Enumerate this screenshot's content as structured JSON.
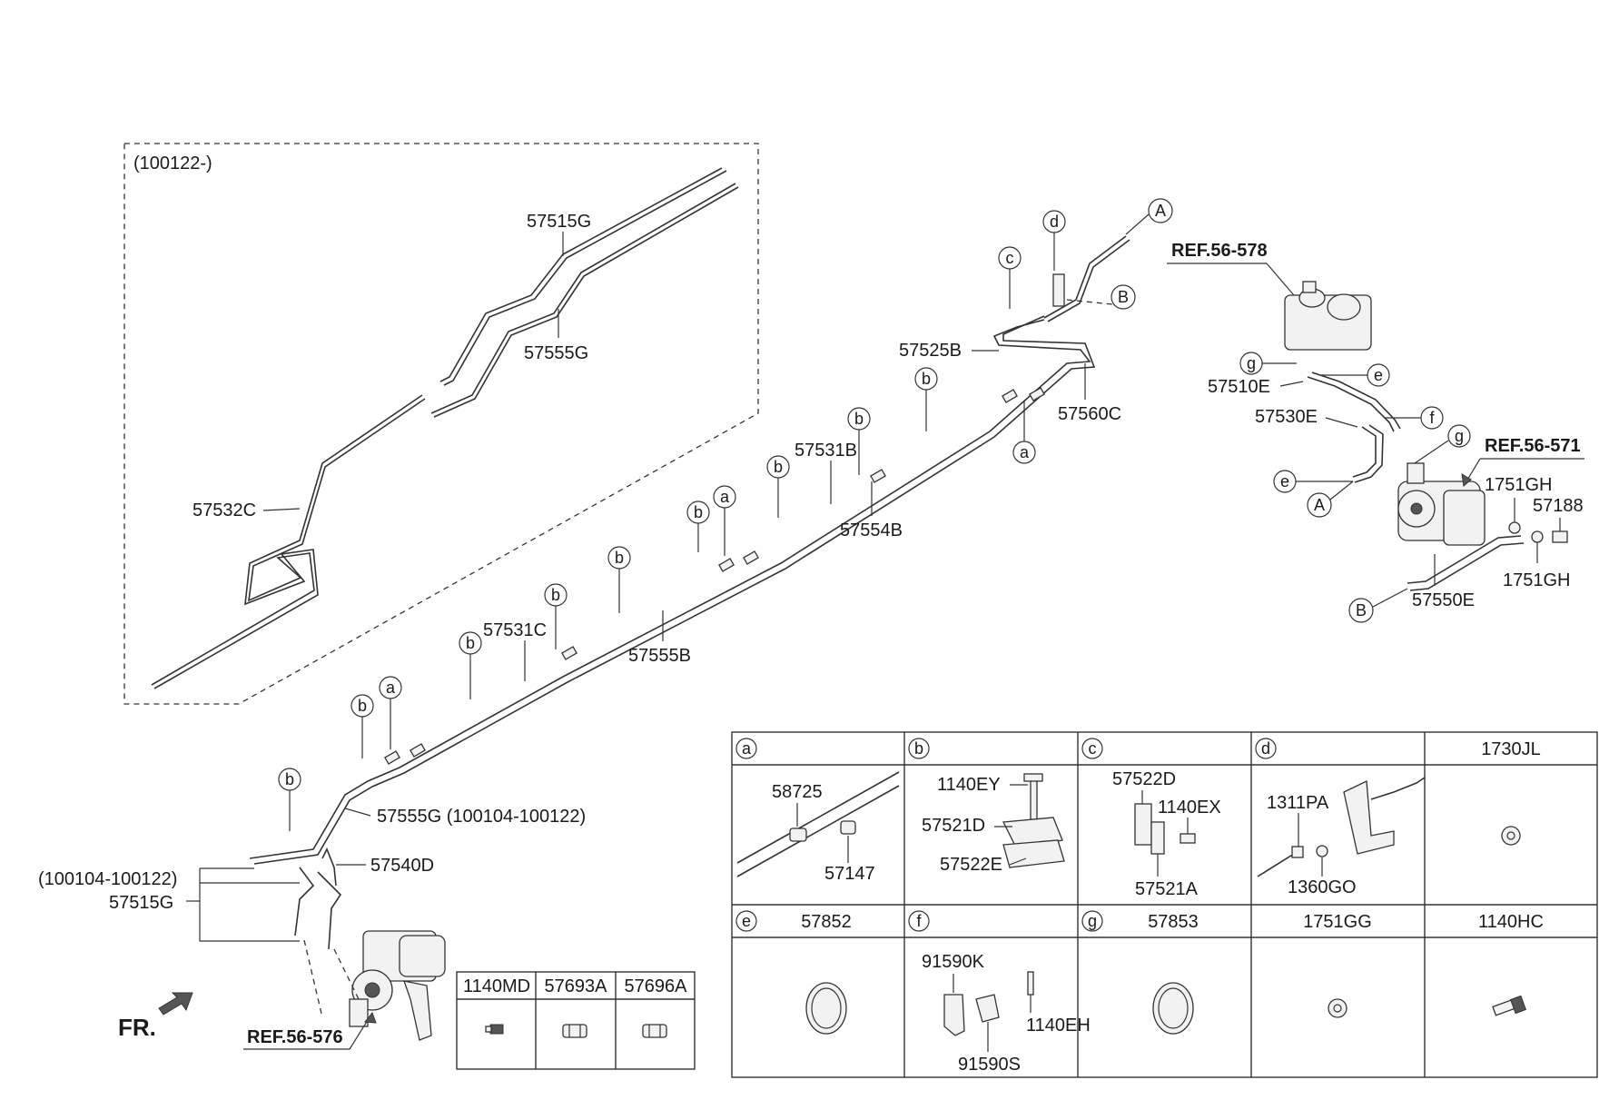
{
  "range_note": "(100122-)",
  "parts": {
    "p57515G_top": "57515G",
    "p57555G_top": "57555G",
    "p57532C": "57532C",
    "p57525B": "57525B",
    "p57560C": "57560C",
    "p57531B": "57531B",
    "p57554B": "57554B",
    "p57555B": "57555B",
    "p57531C": "57531C",
    "p57555G_bottom": "57555G (100104-100122)",
    "p57540D": "57540D",
    "range_bottom": "(100104-100122)",
    "p57515G_bottom": "57515G",
    "p57510E": "57510E",
    "p57530E": "57530E",
    "p1751GH_a": "1751GH",
    "p57188": "57188",
    "p1751GH_b": "1751GH",
    "p57550E": "57550E"
  },
  "refs": {
    "ref578": "REF.56-578",
    "ref571": "REF.56-571",
    "ref576": "REF.56-576"
  },
  "callouts": {
    "a": "a",
    "b": "b",
    "c": "c",
    "d": "d",
    "e": "e",
    "f": "f",
    "g": "g",
    "A": "A",
    "B": "B"
  },
  "fr_label": "FR.",
  "small_table": {
    "headers": [
      "1140MD",
      "57693A",
      "57696A"
    ]
  },
  "parts_table": {
    "row1_headers": [
      "a",
      "b",
      "c",
      "d",
      "1730JL"
    ],
    "row2_headers": [
      "e",
      "57852",
      "f",
      "g",
      "57853",
      "1751GG",
      "1140HC"
    ],
    "cell_a": {
      "p1": "58725",
      "p2": "57147"
    },
    "cell_b": {
      "p1": "1140EY",
      "p2": "57521D",
      "p3": "57522E"
    },
    "cell_c": {
      "p1": "57522D",
      "p2": "1140EX",
      "p3": "57521A"
    },
    "cell_d": {
      "p1": "1311PA",
      "p2": "1360GO"
    },
    "cell_f": {
      "p1": "91590K",
      "p2": "1140EH",
      "p3": "91590S"
    }
  }
}
